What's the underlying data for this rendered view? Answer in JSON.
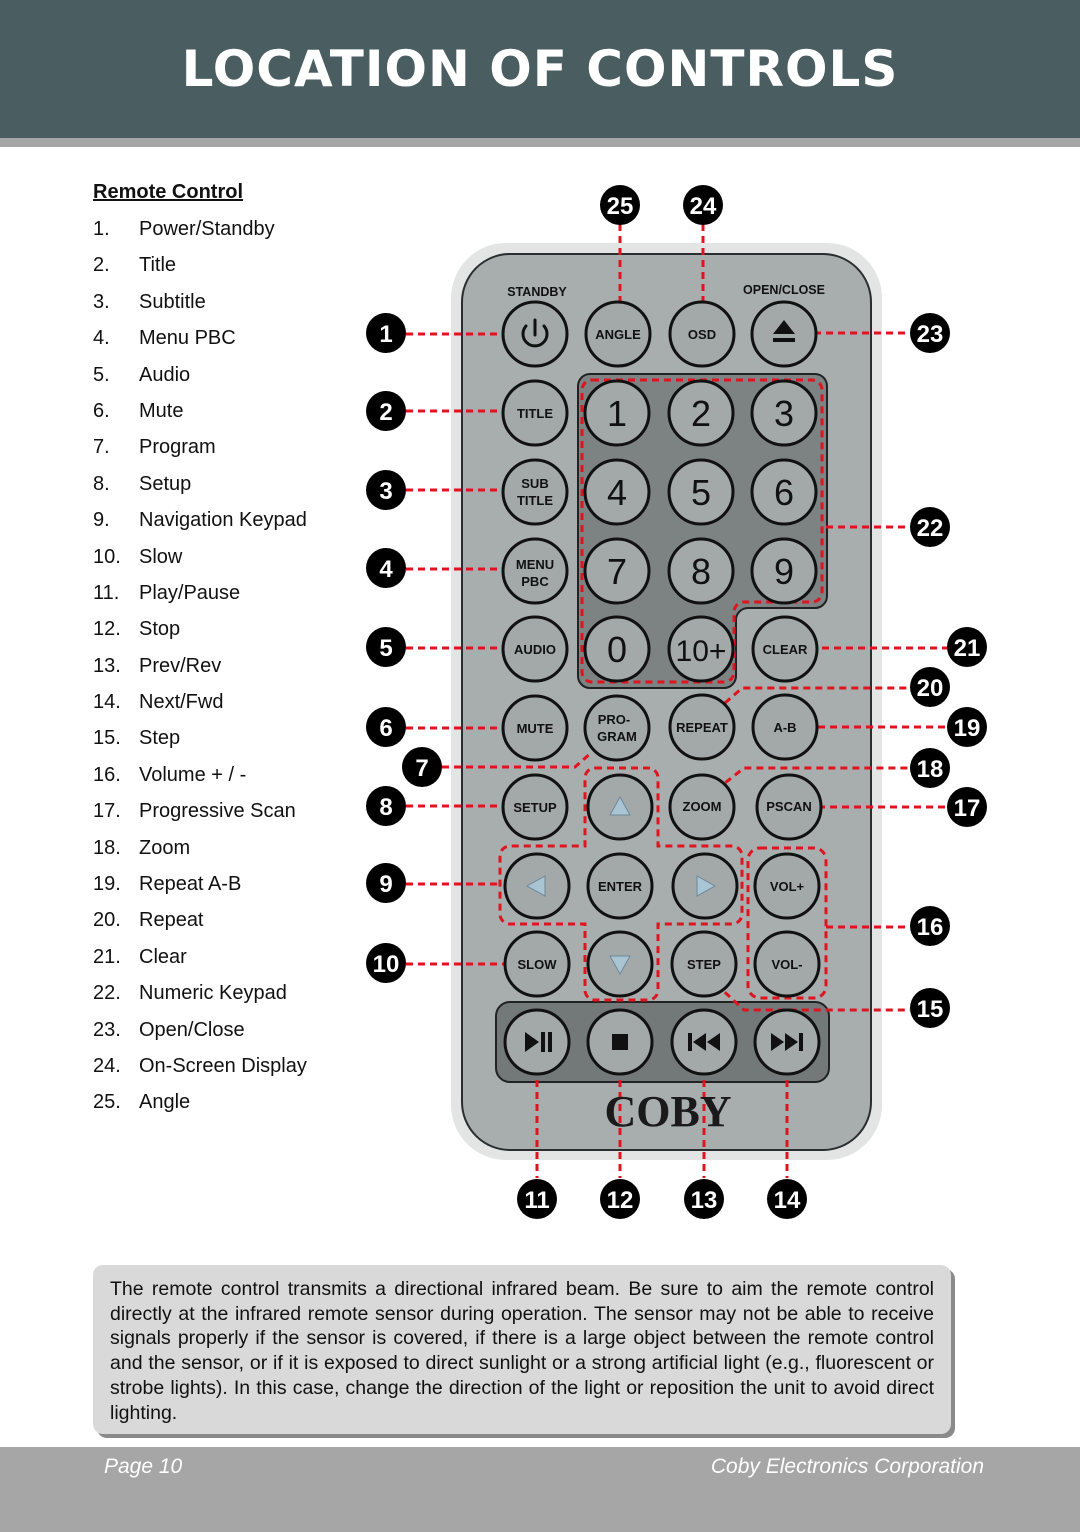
{
  "header": {
    "title": "LOCATION OF CONTROLS"
  },
  "controls": {
    "heading": "Remote Control",
    "items": [
      {
        "num": "1.",
        "label": "Power/Standby"
      },
      {
        "num": "2.",
        "label": "Title"
      },
      {
        "num": "3.",
        "label": "Subtitle"
      },
      {
        "num": "4.",
        "label": "Menu PBC"
      },
      {
        "num": "5.",
        "label": "Audio"
      },
      {
        "num": "6.",
        "label": "Mute"
      },
      {
        "num": "7.",
        "label": "Program"
      },
      {
        "num": "8.",
        "label": "Setup"
      },
      {
        "num": "9.",
        "label": "Navigation Keypad"
      },
      {
        "num": "10.",
        "label": "Slow"
      },
      {
        "num": "11.",
        "label": "Play/Pause"
      },
      {
        "num": "12.",
        "label": "Stop"
      },
      {
        "num": "13.",
        "label": "Prev/Rev"
      },
      {
        "num": "14.",
        "label": "Next/Fwd"
      },
      {
        "num": "15.",
        "label": "Step"
      },
      {
        "num": "16.",
        "label": "Volume + / -"
      },
      {
        "num": "17.",
        "label": "Progressive Scan"
      },
      {
        "num": "18.",
        "label": "Zoom"
      },
      {
        "num": "19.",
        "label": "Repeat A-B"
      },
      {
        "num": "20.",
        "label": "Repeat"
      },
      {
        "num": "21.",
        "label": "Clear"
      },
      {
        "num": "22.",
        "label": "Numeric Keypad"
      },
      {
        "num": "23.",
        "label": "Open/Close"
      },
      {
        "num": "24.",
        "label": "On-Screen Display"
      },
      {
        "num": "25.",
        "label": "Angle"
      }
    ]
  },
  "remote": {
    "brand": "COBY",
    "labels": {
      "standby": "STANDBY",
      "open_close": "OPEN/CLOSE"
    },
    "buttons": {
      "angle": "ANGLE",
      "osd": "OSD",
      "title": "TITLE",
      "subtitle_1": "SUB",
      "subtitle_2": "TITLE",
      "menu_1": "MENU",
      "menu_2": "PBC",
      "audio": "AUDIO",
      "clear": "CLEAR",
      "mute": "MUTE",
      "program_1": "PRO-",
      "program_2": "GRAM",
      "repeat": "REPEAT",
      "ab": "A-B",
      "setup": "SETUP",
      "zoom": "ZOOM",
      "pscan": "PSCAN",
      "enter": "ENTER",
      "vol_up": "VOL+",
      "slow": "SLOW",
      "step": "STEP",
      "vol_down": "VOL-"
    },
    "digits": [
      "1",
      "2",
      "3",
      "4",
      "5",
      "6",
      "7",
      "8",
      "9",
      "0",
      "10+"
    ],
    "callouts": [
      "1",
      "2",
      "3",
      "4",
      "5",
      "6",
      "7",
      "8",
      "9",
      "10",
      "11",
      "12",
      "13",
      "14",
      "15",
      "16",
      "17",
      "18",
      "19",
      "20",
      "21",
      "22",
      "23",
      "24",
      "25"
    ]
  },
  "colors": {
    "header": "#4a5d60",
    "callout_line": "#e0141e",
    "remote_body": "#a8adae",
    "button": "#a3a8a9"
  },
  "note": "The remote control transmits a directional infrared beam. Be sure to aim the remote control directly at the infrared remote sensor during operation. The sensor may not be able to receive signals properly if the sensor is covered, if there is a large object between the remote control and the sensor, or if it is exposed to direct sunlight or a strong artificial light (e.g., fluorescent or strobe lights). In this case, change the direction of the light or reposition the unit to avoid direct lighting.",
  "footer": {
    "page": "Page 10",
    "company": "Coby Electronics Corporation"
  }
}
